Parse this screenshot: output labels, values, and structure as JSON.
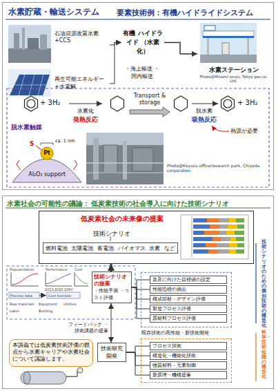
{
  "diagram": {
    "nodes": [
      {
        "text": [
          "水素貯蔵・輸送システム",
          "要素技術例：有機ハイドライドシステム"
        ]
      },
      {
        "text": [
          "石油資源改質水素 +CCS"
        ],
        "in": 0
      },
      {
        "text": [
          "再生可能エネルギー +水電解"
        ],
        "in": 0
      },
      {
        "text": [
          "有機 ハイドライド （水素化）"
        ],
        "in": 0
      },
      {
        "text": [
          "水素ステーション",
          "Photo@Minami-senju, Tokyo gas co. Ltd."
        ],
        "in": 0
      },
      {
        "text": [
          "水素社会の可能性の議論：",
          "低炭素技術の社会導入に向けた技術シナリオ"
        ]
      },
      {
        "text": [
          "低炭素社会の未来像の提案",
          "技術シナリオ"
        ],
        "in": 5
      },
      {
        "text": [
          "燃料電池",
          "太陽電池",
          "蓄電池",
          "バイオマス",
          "水素",
          "など"
        ],
        "in": 6
      },
      {
        "text": [
          "技術シナリオ の提案",
          "・性能予測 ・コスト評価"
        ],
        "in": 5
      },
      {
        "text": [
          "技術シナリオのための個別技術の構造化"
        ],
        "in": 5
      },
      {
        "text": [
          "普及に向けた目標値の設定"
        ],
        "in": 9
      },
      {
        "text": [
          "性能指標の抽出"
        ],
        "in": 9
      },
      {
        "text": [
          "構成部材・デザイン評価"
        ],
        "in": 9
      },
      {
        "text": [
          "製造プロセス評価"
        ],
        "in": 9
      },
      {
        "text": [
          "原材料プロセス評価"
        ],
        "in": 9
      },
      {
        "text": [
          "技術研究 開発"
        ],
        "in": 5
      },
      {
        "text": [
          "科学・技術知識の構造化"
        ],
        "in": 5
      },
      {
        "text": [
          "プロセス技術"
        ],
        "in": 16
      },
      {
        "text": [
          "構造化・機能化技術"
        ],
        "in": 16
      },
      {
        "text": [
          "物質材料・元素制御"
        ],
        "in": 16
      },
      {
        "text": [
          "新原理・機構提案"
        ],
        "in": 16
      },
      {
        "text": [
          "本講義では低炭素技術評価の観点から水素キャリアや水素社会について議論します。"
        ],
        "in": 5
      }
    ],
    "edges": [
      {
        "from": 1,
        "to": 3,
        "arrow": "to"
      },
      {
        "from": 2,
        "to": 3,
        "arrow": "to"
      },
      {
        "from": 3,
        "to": 4,
        "arrow": "to"
      },
      {
        "from": 8,
        "to": 6,
        "arrow": "to"
      },
      {
        "from": 8,
        "to": 10,
        "arrow": "none"
      },
      {
        "from": 8,
        "to": 11,
        "arrow": "none"
      },
      {
        "from": 8,
        "to": 12,
        "arrow": "none"
      },
      {
        "from": 8,
        "to": 13,
        "arrow": "none"
      },
      {
        "from": 8,
        "to": 14,
        "arrow": "none"
      },
      {
        "from": 8,
        "to": 15,
        "label": "フィードバック ・技術課題の提案",
        "arrow": "both"
      },
      {
        "from": 15,
        "to": 17,
        "arrow": "none"
      },
      {
        "from": 15,
        "to": 18,
        "arrow": "none"
      },
      {
        "from": 15,
        "to": 19,
        "arrow": "none"
      },
      {
        "from": 15,
        "to": 20,
        "arrow": "none"
      }
    ],
    "labels": [
      "・海上輸送 ・国内輸送",
      "+ 3H₂",
      "水素化",
      "発熱反応",
      "Transport & storage",
      "脱水素",
      "吸熱反応",
      "+ 3H₂",
      "熱源が必要",
      "脱水素触媒",
      "ca. 1 nm",
      "S",
      "Pt",
      "Al₂O₃ support",
      "Photo@Koyasu office/research park, Chiyoda corporation",
      "Popularization",
      "Performance",
      "Cost",
      "2013",
      "2020",
      "2050",
      "Process data",
      "Cost function",
      "Raw materials",
      "Equipment",
      "Utilities",
      "Labor",
      "Building",
      "既存技術の高性能・新技術開発"
    ]
  }
}
